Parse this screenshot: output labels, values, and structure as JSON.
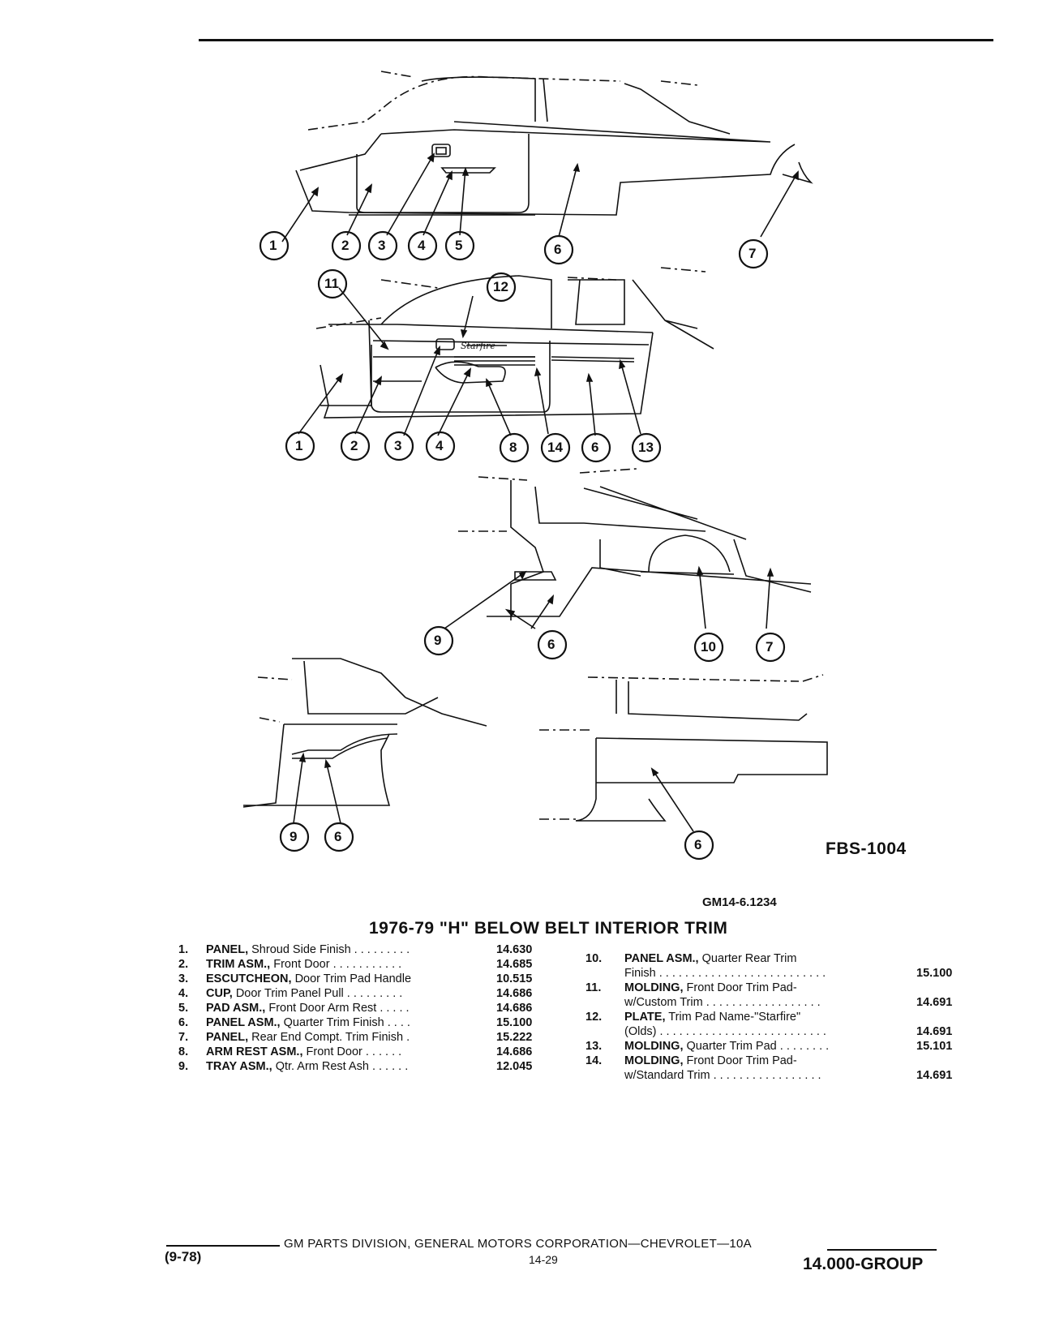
{
  "diagram": {
    "code": "FBS-1004",
    "catalog_ref": "GM14-6.1234",
    "callouts": {
      "view1": [
        "1",
        "2",
        "3",
        "4",
        "5",
        "6",
        "7"
      ],
      "view2": [
        "11",
        "12",
        "1",
        "2",
        "3",
        "4",
        "8",
        "14",
        "6",
        "13"
      ],
      "view3": [
        "9",
        "6",
        "10",
        "7"
      ],
      "view4": [
        "9",
        "6"
      ],
      "view5": [
        "6"
      ]
    },
    "nameplate_script": "Starfire"
  },
  "parts": {
    "title": "1976-79 \"H\" BELOW BELT INTERIOR TRIM",
    "left": [
      {
        "num": "1.",
        "name": "PANEL,",
        "desc": "Shroud Side Finish . . . . . . . . .",
        "group": "14.630"
      },
      {
        "num": "2.",
        "name": "TRIM ASM.,",
        "desc": "Front Door . . . . . . . . . . .",
        "group": "14.685"
      },
      {
        "num": "3.",
        "name": "ESCUTCHEON,",
        "desc": "Door Trim Pad Handle",
        "group": "10.515"
      },
      {
        "num": "4.",
        "name": "CUP,",
        "desc": "Door Trim Panel Pull . . . . . . . . .",
        "group": "14.686"
      },
      {
        "num": "5.",
        "name": "PAD ASM.,",
        "desc": "Front Door Arm Rest . . . . .",
        "group": "14.686"
      },
      {
        "num": "6.",
        "name": "PANEL ASM.,",
        "desc": "Quarter Trim Finish . . . .",
        "group": "15.100"
      },
      {
        "num": "7.",
        "name": "PANEL,",
        "desc": "Rear End Compt. Trim Finish .",
        "group": "15.222"
      },
      {
        "num": "8.",
        "name": "ARM REST ASM.,",
        "desc": "Front Door . . . . . .",
        "group": "14.686"
      },
      {
        "num": "9.",
        "name": "TRAY ASM.,",
        "desc": "Qtr. Arm Rest Ash . . . . . .",
        "group": "12.045"
      }
    ],
    "right": [
      {
        "num": "10.",
        "name": "PANEL ASM.,",
        "desc": "Quarter Rear Trim",
        "cont": "Finish . . . . . . . . . . . . . . . . . . . . . . . . . .",
        "group": "15.100"
      },
      {
        "num": "11.",
        "name": "MOLDING,",
        "desc": "Front Door Trim Pad-",
        "cont": "w/Custom Trim . . . . . . . . . . . . . . . . . .",
        "group": "14.691"
      },
      {
        "num": "12.",
        "name": "PLATE,",
        "desc": "Trim Pad Name-\"Starfire\"",
        "cont": "(Olds) . . . . . . . . . . . . . . . . . . . . . . . . . .",
        "group": "14.691"
      },
      {
        "num": "13.",
        "name": "MOLDING,",
        "desc": "Quarter Trim Pad . . . . . . . .",
        "group": "15.101"
      },
      {
        "num": "14.",
        "name": "MOLDING,",
        "desc": "Front Door Trim Pad-",
        "cont": "w/Standard Trim . . . . . . . . . . . . . . . . .",
        "group": "14.691"
      }
    ]
  },
  "footer": {
    "publisher": "GM PARTS DIVISION, GENERAL MOTORS CORPORATION—CHEVROLET—10A",
    "date": "(9-78)",
    "page": "14-29",
    "group": "14.000-GROUP"
  }
}
